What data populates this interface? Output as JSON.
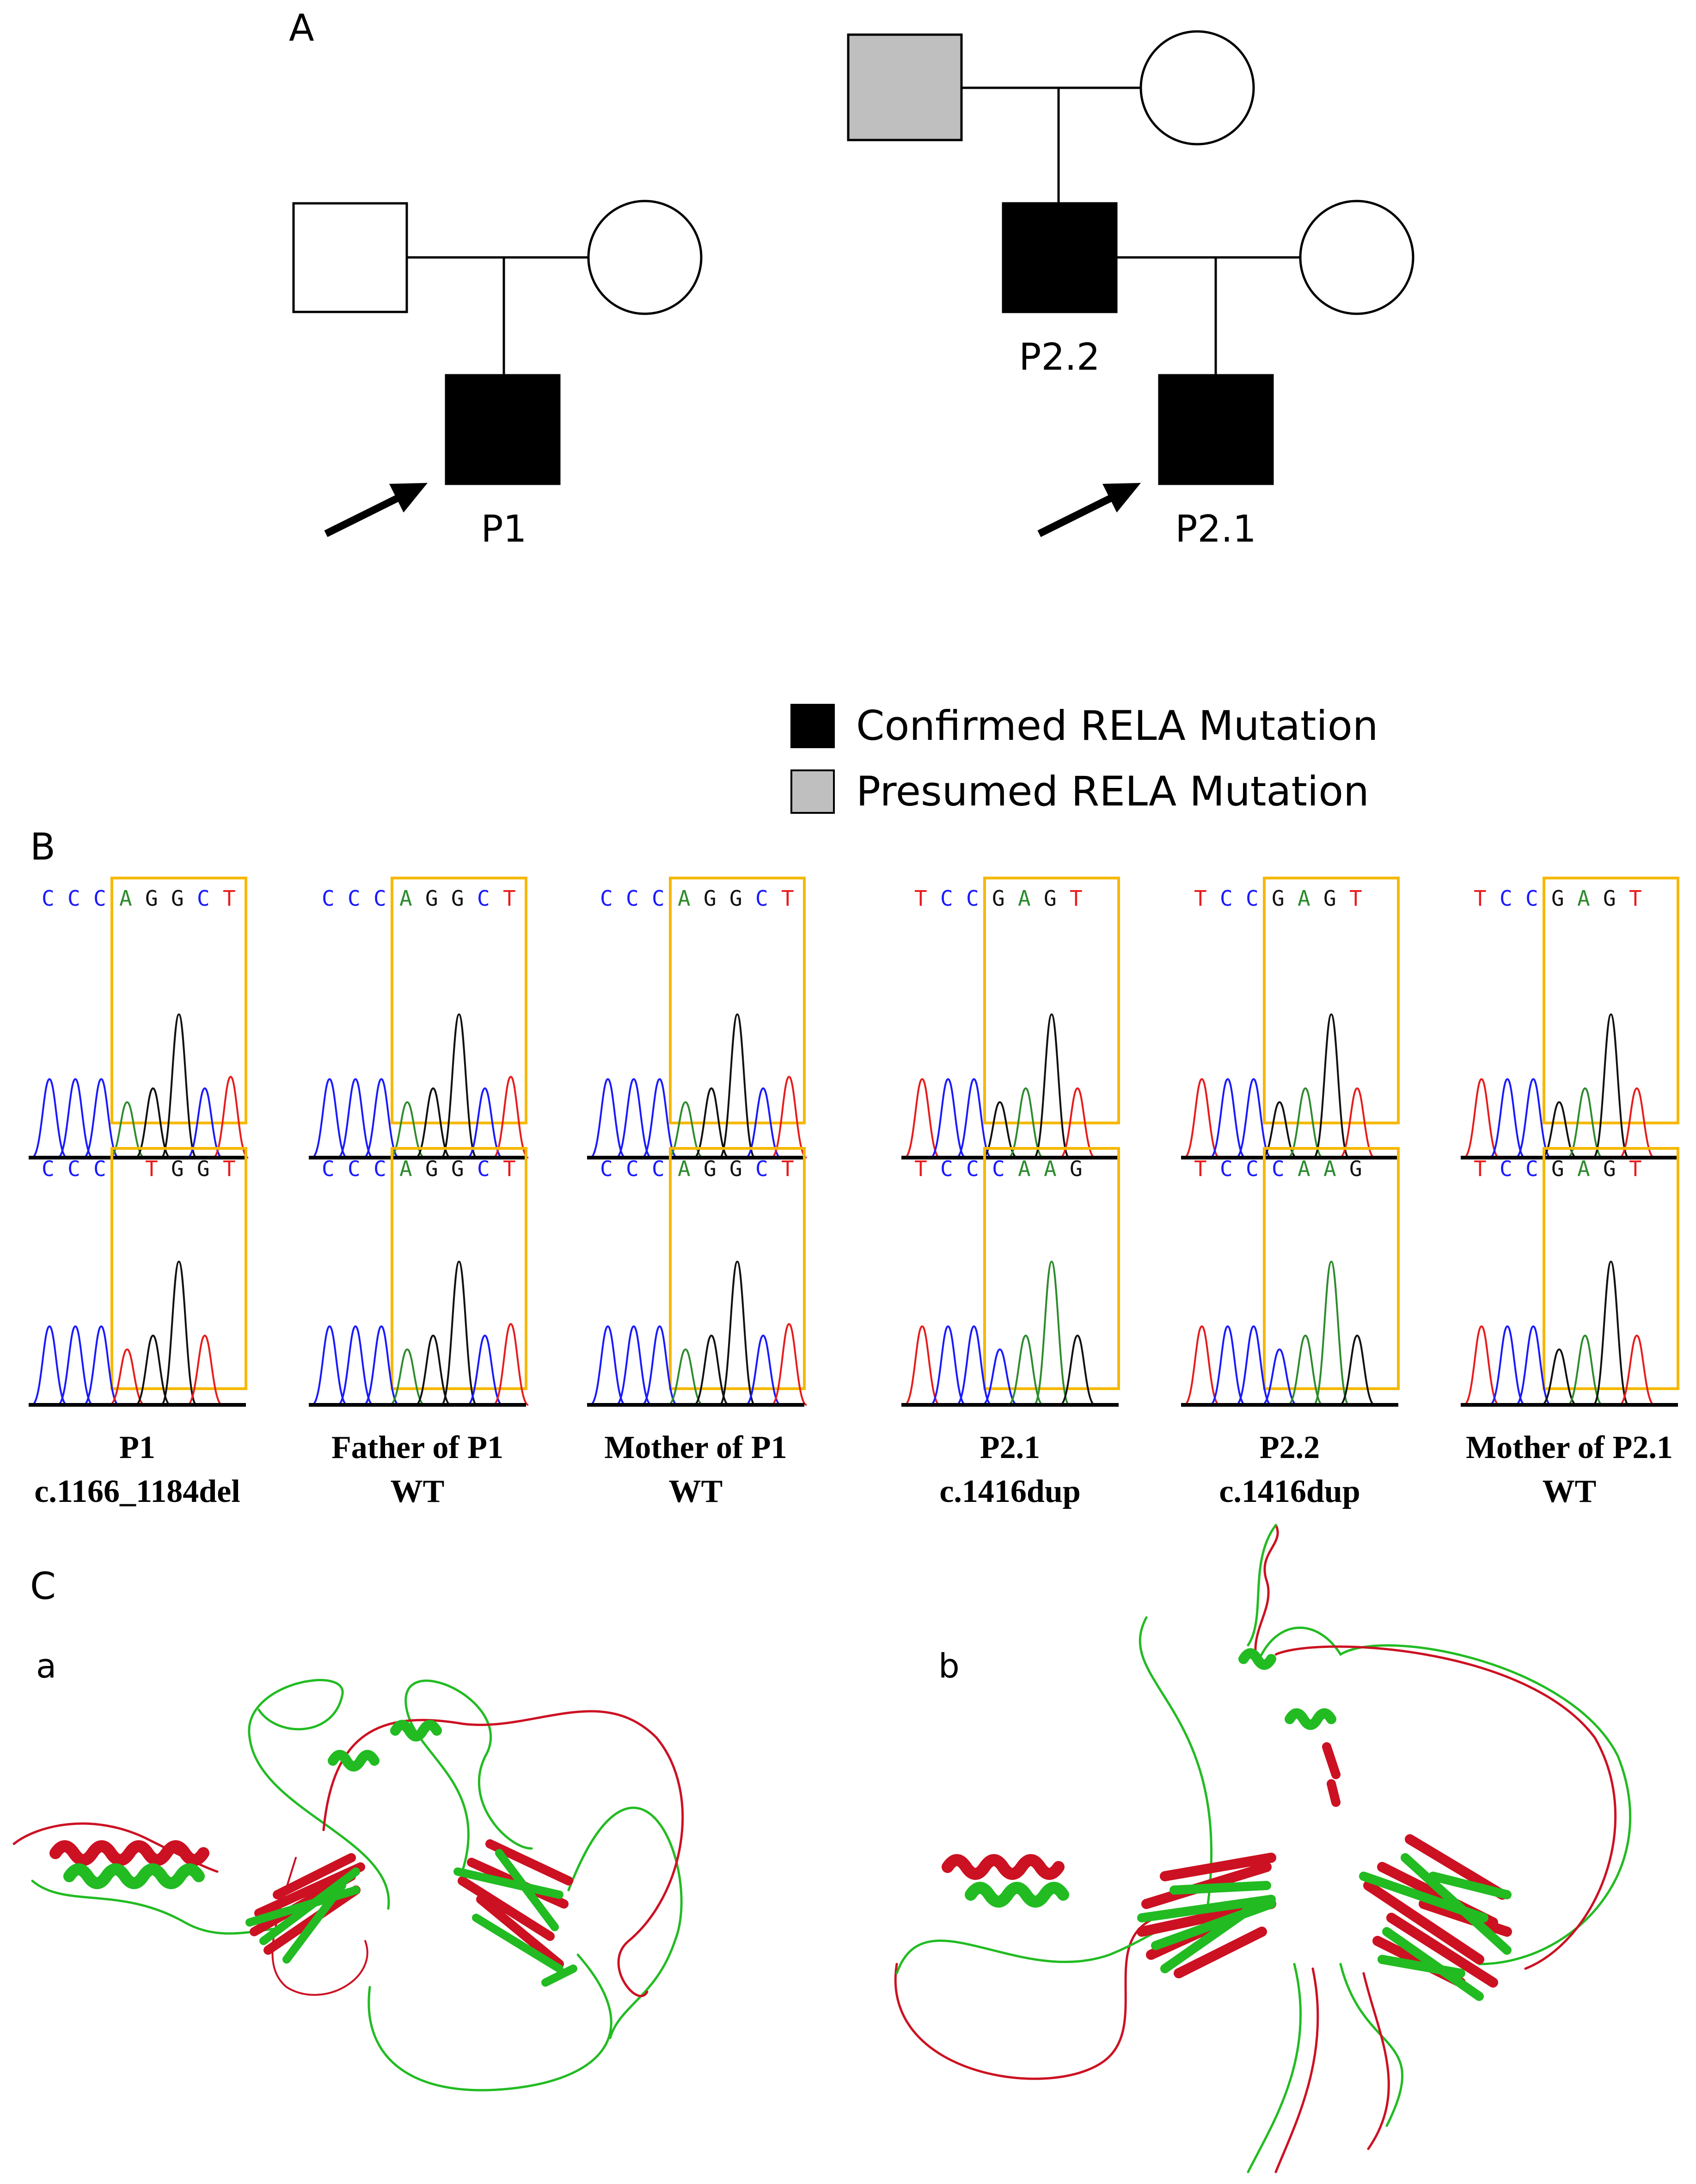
{
  "panels": {
    "a": {
      "label": "A"
    },
    "b": {
      "label": "B"
    },
    "c": {
      "label": "C",
      "sub_a": "a",
      "sub_b": "b"
    }
  },
  "pedigree": {
    "family1": {
      "proband_label": "P1",
      "father": {
        "shape": "square",
        "status": "unaffected"
      },
      "mother": {
        "shape": "circle",
        "status": "unaffected"
      },
      "child": {
        "shape": "square",
        "status": "confirmed"
      }
    },
    "family2": {
      "grandfather": {
        "shape": "square",
        "status": "presumed"
      },
      "grandmother": {
        "shape": "circle",
        "status": "unaffected"
      },
      "father": {
        "label": "P2.2",
        "shape": "square",
        "status": "confirmed"
      },
      "mother": {
        "shape": "circle",
        "status": "unaffected"
      },
      "proband_label": "P2.1",
      "child": {
        "shape": "square",
        "status": "confirmed"
      }
    }
  },
  "legend": {
    "confirmed": "Confirmed RELA Mutation",
    "presumed": "Presumed RELA Mutation"
  },
  "colors": {
    "confirmed": "#000000",
    "presumed": "#bfbfbf",
    "highlight_box": "#f5b800",
    "base_A": "#2e8b2e",
    "base_C": "#1a1aff",
    "base_G": "#111111",
    "base_T": "#e81c1c",
    "protein_wt": "#22bb22",
    "protein_mut": "#cc1122"
  },
  "sequencing": [
    {
      "top": "CCCAGGCT",
      "bottom": "CCC TGGT",
      "line1": "P1",
      "line2": "c.1166_1184del"
    },
    {
      "top": "CCCAGGCT",
      "bottom": "CCCAGGCT",
      "line1": "Father of P1",
      "line2": "WT"
    },
    {
      "top": "CCCAGGCT",
      "bottom": "CCCAGGCT",
      "line1": "Mother of P1",
      "line2": "WT"
    },
    {
      "top": "TCCGAGT",
      "bottom": "TCCCAAG",
      "line1": "P2.1",
      "line2": "c.1416dup"
    },
    {
      "top": "TCCGAGT",
      "bottom": "TCCCAAG",
      "line1": "P2.2",
      "line2": "c.1416dup"
    },
    {
      "top": "TCCGAGT",
      "bottom": "TCCGAGT",
      "line1": "Mother of P2.1",
      "line2": "WT"
    }
  ]
}
